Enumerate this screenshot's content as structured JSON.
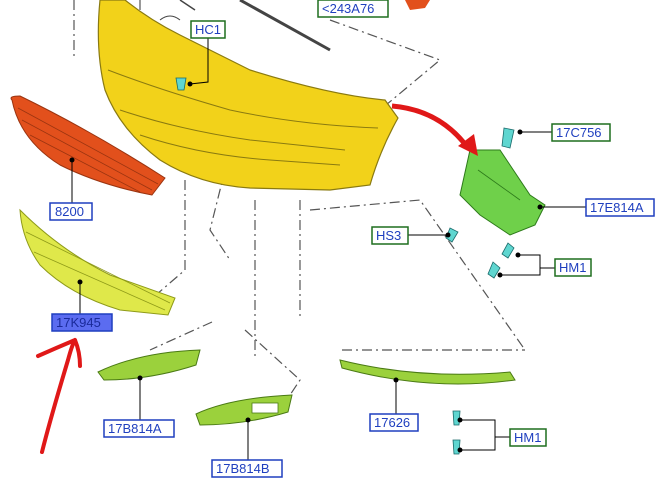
{
  "callouts": {
    "c243a76": "<243A76",
    "hc1": "HC1",
    "c8200": "8200",
    "c17k945": "17K945",
    "c17c756": "17C756",
    "c17e814a": "17E814A",
    "hs3": "HS3",
    "hm1_upper": "HM1",
    "c17b814a": "17B814A",
    "c17b814b": "17B814B",
    "c17626": "17626",
    "hm1_lower": "HM1"
  },
  "colors": {
    "bumper_yellow": "#f2d21a",
    "grille_red": "#e2501c",
    "lower_grille_yellow": "#dfe84a",
    "lime_trim": "#9bd13c",
    "bracket_green": "#6fd04a",
    "clip_cyan": "#5fd6d0",
    "label_blue": "#1f3fbf",
    "label_green": "#1e6e1e",
    "annotation_red": "#e01818"
  }
}
